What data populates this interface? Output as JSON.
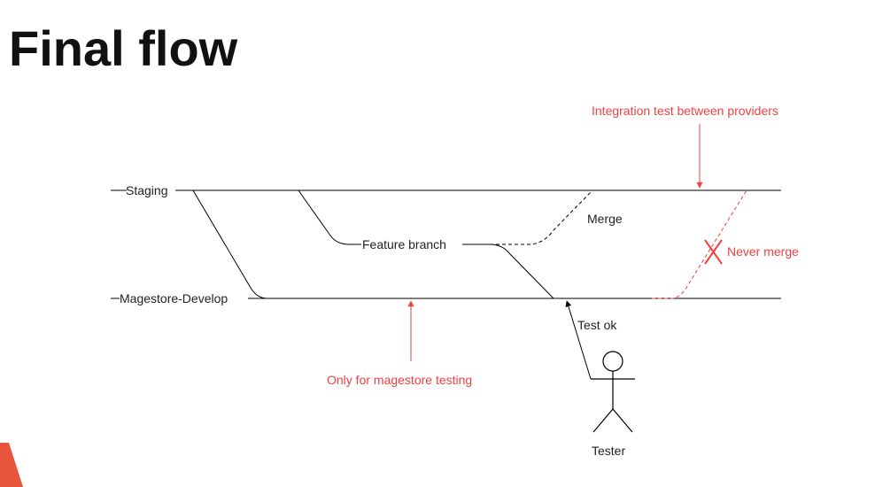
{
  "title": "Final flow",
  "colors": {
    "line": "#000000",
    "annotation": "#f04040",
    "corner_accent": "#e8553c"
  },
  "labels": {
    "staging": "Staging",
    "develop": "Magestore-Develop",
    "feature_branch": "Feature branch",
    "merge": "Merge",
    "test_ok": "Test ok",
    "tester": "Tester",
    "integration_note": "Integration test between providers",
    "never_merge": "Never merge",
    "magestore_note": "Only for magestore testing"
  },
  "icons": {
    "actor": "stick-figure-icon",
    "never_merge_mark": "x-mark-icon"
  }
}
